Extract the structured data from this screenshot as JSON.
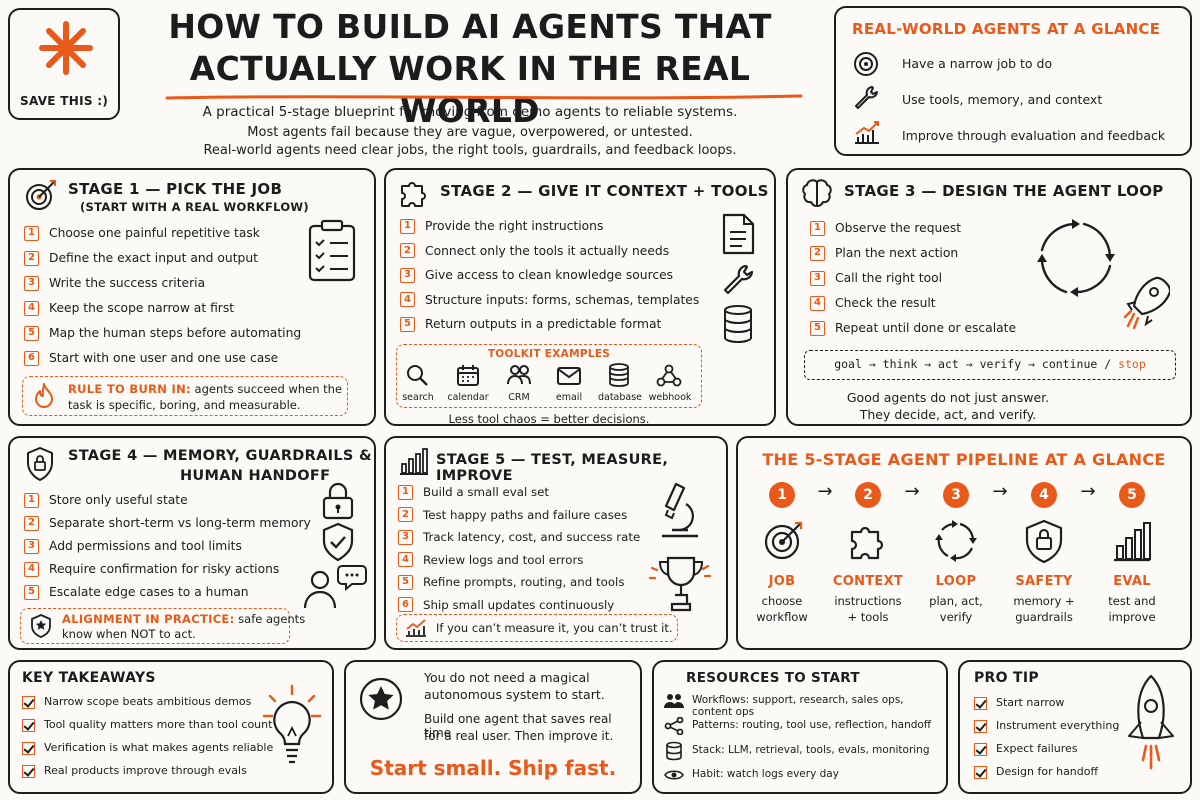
{
  "header": {
    "badge": "SAVE THIS :)",
    "title_line1": "HOW TO BUILD AI AGENTS THAT",
    "title_line2": "ACTUALLY WORK IN THE REAL WORLD",
    "subtitle": "A practical 5-stage blueprint for moving from demo agents to reliable systems.",
    "desc_line1": "Most agents fail because they are vague, overpowered, or untested.",
    "desc_line2": "Real-world agents need clear jobs, the right tools, guardrails, and feedback loops."
  },
  "glance": {
    "title": "REAL-WORLD AGENTS AT A GLANCE",
    "items": [
      "Have a narrow job to do",
      "Use tools, memory, and context",
      "Improve through evaluation and feedback"
    ]
  },
  "stage1": {
    "title": "STAGE 1 — PICK THE JOB",
    "subtitle": "(START WITH A REAL WORKFLOW)",
    "steps": [
      "Choose one painful repetitive task",
      "Define the exact input and output",
      "Write the success criteria",
      "Keep the scope narrow at first",
      "Map the human steps before automating",
      "Start with one user and one use case"
    ],
    "rule_label": "RULE TO BURN IN:",
    "rule_text1": " agents succeed when the",
    "rule_text2": "task is specific, boring, and measurable."
  },
  "stage2": {
    "title": "STAGE 2 — GIVE IT CONTEXT + TOOLS",
    "steps": [
      "Provide the right instructions",
      "Connect only the tools it actually needs",
      "Give access to clean knowledge sources",
      "Structure inputs: forms, schemas, templates",
      "Return outputs in a predictable format"
    ],
    "toolkit_title": "TOOLKIT EXAMPLES",
    "tools": [
      "search",
      "calendar",
      "CRM",
      "email",
      "database",
      "webhook"
    ],
    "footer": "Less tool chaos = better decisions."
  },
  "stage3": {
    "title": "STAGE 3 — DESIGN THE AGENT LOOP",
    "steps": [
      "Observe the request",
      "Plan the next action",
      "Call the right tool",
      "Check the result",
      "Repeat until done or escalate"
    ],
    "flow": "goal → think → act → verify → continue / ",
    "flow_stop": "stop",
    "note1": "Good agents do not just answer.",
    "note2": "They decide, act, and verify."
  },
  "stage4": {
    "title1": "STAGE 4 — MEMORY, GUARDRAILS &",
    "title2": "HUMAN HANDOFF",
    "steps": [
      "Store only useful state",
      "Separate short-term vs long-term memory",
      "Add permissions and tool limits",
      "Require confirmation for risky actions",
      "Escalate edge cases to a human"
    ],
    "align_label": "ALIGNMENT IN PRACTICE:",
    "align_text1": " safe agents",
    "align_text2": "know when NOT to act."
  },
  "stage5": {
    "title": "STAGE 5 — TEST, MEASURE, IMPROVE",
    "steps": [
      "Build a small eval set",
      "Test happy paths and failure cases",
      "Track latency, cost, and success rate",
      "Review logs and tool errors",
      "Refine prompts, routing, and tools",
      "Ship small updates continuously"
    ],
    "footer": "If you can’t measure it, you can’t trust it."
  },
  "pipeline": {
    "title": "THE 5-STAGE AGENT PIPELINE AT A GLANCE",
    "stages": [
      {
        "n": "1",
        "name": "JOB",
        "d1": "choose",
        "d2": "workflow"
      },
      {
        "n": "2",
        "name": "CONTEXT",
        "d1": "instructions",
        "d2": "+ tools"
      },
      {
        "n": "3",
        "name": "LOOP",
        "d1": "plan, act,",
        "d2": "verify"
      },
      {
        "n": "4",
        "name": "SAFETY",
        "d1": "memory +",
        "d2": "guardrails"
      },
      {
        "n": "5",
        "name": "EVAL",
        "d1": "test and",
        "d2": "improve"
      }
    ]
  },
  "takeaways": {
    "title": "KEY TAKEAWAYS",
    "items": [
      "Narrow scope beats ambitious demos",
      "Tool quality matters more than tool count",
      "Verification is what makes agents reliable",
      "Real products improve through evals"
    ]
  },
  "motto": {
    "p1a": "You do not need a magical",
    "p1b": "autonomous system to start.",
    "p2a": "Build one agent that saves real time",
    "p2b": "for a real user. Then improve it.",
    "cta": "Start small. Ship fast."
  },
  "resources": {
    "title": "RESOURCES TO START",
    "items": [
      "Workflows: support, research, sales ops, content ops",
      "Patterns: routing, tool use, reflection, handoff",
      "Stack: LLM, retrieval, tools, evals, monitoring",
      "Habit: watch logs every day"
    ]
  },
  "protip": {
    "title": "PRO TIP",
    "items": [
      "Start narrow",
      "Instrument everything",
      "Expect failures",
      "Design for handoff"
    ]
  },
  "colors": {
    "accent": "#e8591a",
    "ink": "#1e1e1e",
    "paper": "#fbfaf6"
  }
}
